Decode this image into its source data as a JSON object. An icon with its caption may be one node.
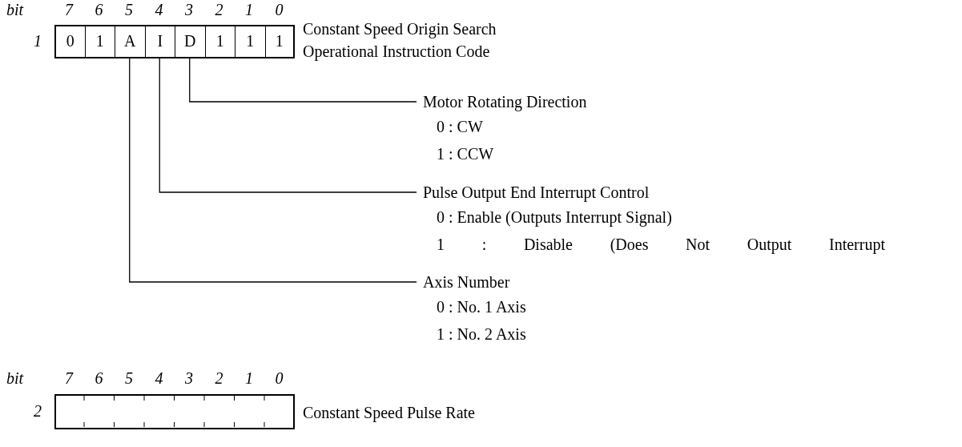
{
  "diagram": {
    "nodes": [
      {
        "text": [
          "0"
        ]
      },
      {
        "text": [
          "1"
        ]
      },
      {
        "text": [
          "A"
        ]
      },
      {
        "text": [
          "I"
        ]
      },
      {
        "text": [
          "D"
        ]
      },
      {
        "text": [
          "1"
        ]
      },
      {
        "text": [
          "1"
        ]
      },
      {
        "text": [
          "1"
        ]
      },
      {
        "text": [
          "Motor Rotating Direction",
          "0 : CW",
          "1 : CCW"
        ]
      },
      {
        "text": [
          "Pulse Output End Interrupt Control",
          "0 : Enable (Outputs Interrupt Signal)",
          "1 : Disable (Does Not Output Interrupt"
        ]
      },
      {
        "text": [
          "Axis Number",
          "0 : No. 1 Axis",
          "1 : No. 2 Axis"
        ]
      },
      {
        "text": [],
        "shape": "box"
      }
    ],
    "edges": [
      {
        "from": 4,
        "to": 8,
        "arrow": "none"
      },
      {
        "from": 3,
        "to": 9,
        "arrow": "none"
      },
      {
        "from": 2,
        "to": 10,
        "arrow": "none"
      }
    ],
    "labels": [
      "bit",
      "7",
      "6",
      "5",
      "4",
      "3",
      "2",
      "1",
      "0",
      "1",
      "Constant Speed Origin Search Operational Instruction Code",
      "bit",
      "7",
      "6",
      "5",
      "4",
      "3",
      "2",
      "1",
      "0",
      "2",
      "Constant Speed Pulse Rate"
    ]
  }
}
